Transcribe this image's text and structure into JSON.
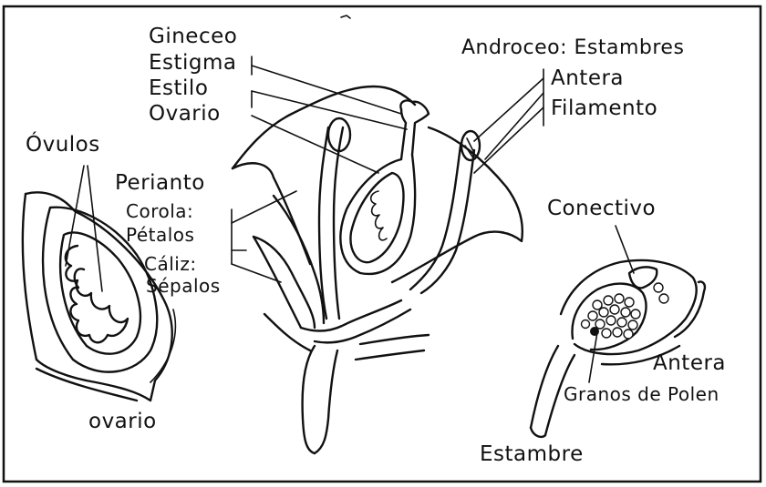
{
  "labels": {
    "gineceo": "Gineceo",
    "estigma": "Estigma",
    "estilo": "Estilo",
    "ovario_top": "Ovario",
    "androceo": "Androceo: Estambres",
    "antera_top": "Antera",
    "filamento": "Filamento",
    "ovulos": "Óvulos",
    "perianto": "Perianto",
    "corola": "Corola:",
    "petalos": "Pétalos",
    "caliz": "Cáliz:",
    "sepalos": "Sépalos",
    "ovario_bottom": "ovario",
    "conectivo": "Conectivo",
    "antera_right": "Antera",
    "granos": "Granos de Polen",
    "estambre": "Estambre"
  }
}
